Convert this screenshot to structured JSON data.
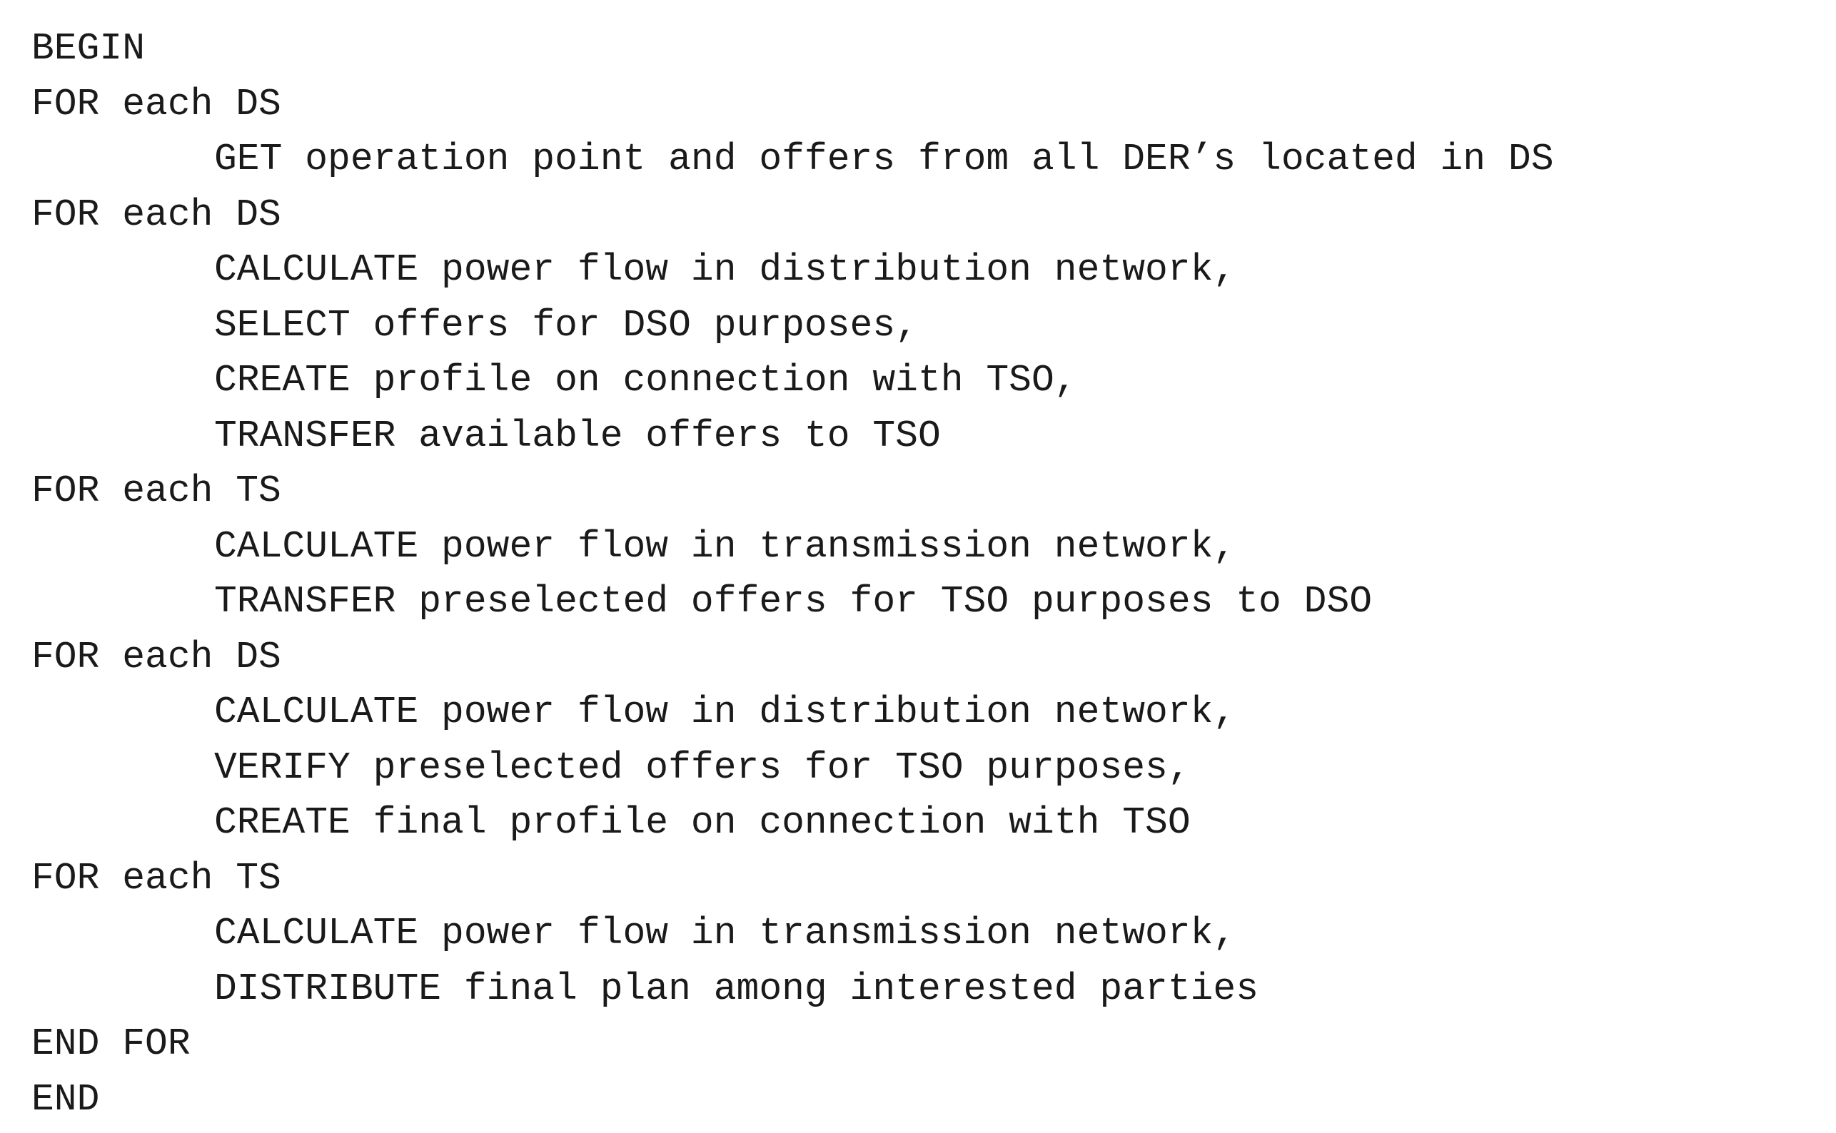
{
  "pseudocode": {
    "lines": [
      {
        "text": "BEGIN",
        "indent": false
      },
      {
        "text": "FOR each DS",
        "indent": false
      },
      {
        "text": "GET operation point and offers from all DER’s located in DS",
        "indent": true
      },
      {
        "text": "FOR each DS",
        "indent": false
      },
      {
        "text": "CALCULATE power flow in distribution network,",
        "indent": true
      },
      {
        "text": "SELECT offers for DSO purposes,",
        "indent": true
      },
      {
        "text": "CREATE profile on connection with TSO,",
        "indent": true
      },
      {
        "text": "TRANSFER available offers to TSO",
        "indent": true
      },
      {
        "text": "FOR each TS",
        "indent": false
      },
      {
        "text": "CALCULATE power flow in transmission network,",
        "indent": true
      },
      {
        "text": "TRANSFER preselected offers for TSO purposes to DSO",
        "indent": true
      },
      {
        "text": "FOR each DS",
        "indent": false
      },
      {
        "text": "CALCULATE power flow in distribution network,",
        "indent": true
      },
      {
        "text": "VERIFY preselected offers for TSO purposes,",
        "indent": true
      },
      {
        "text": "CREATE final profile on connection with TSO",
        "indent": true
      },
      {
        "text": "FOR each TS",
        "indent": false
      },
      {
        "text": "CALCULATE power flow in transmission network,",
        "indent": true
      },
      {
        "text": "DISTRIBUTE final plan among interested parties",
        "indent": true
      },
      {
        "text": "END FOR",
        "indent": false
      },
      {
        "text": "END",
        "indent": false
      }
    ]
  }
}
